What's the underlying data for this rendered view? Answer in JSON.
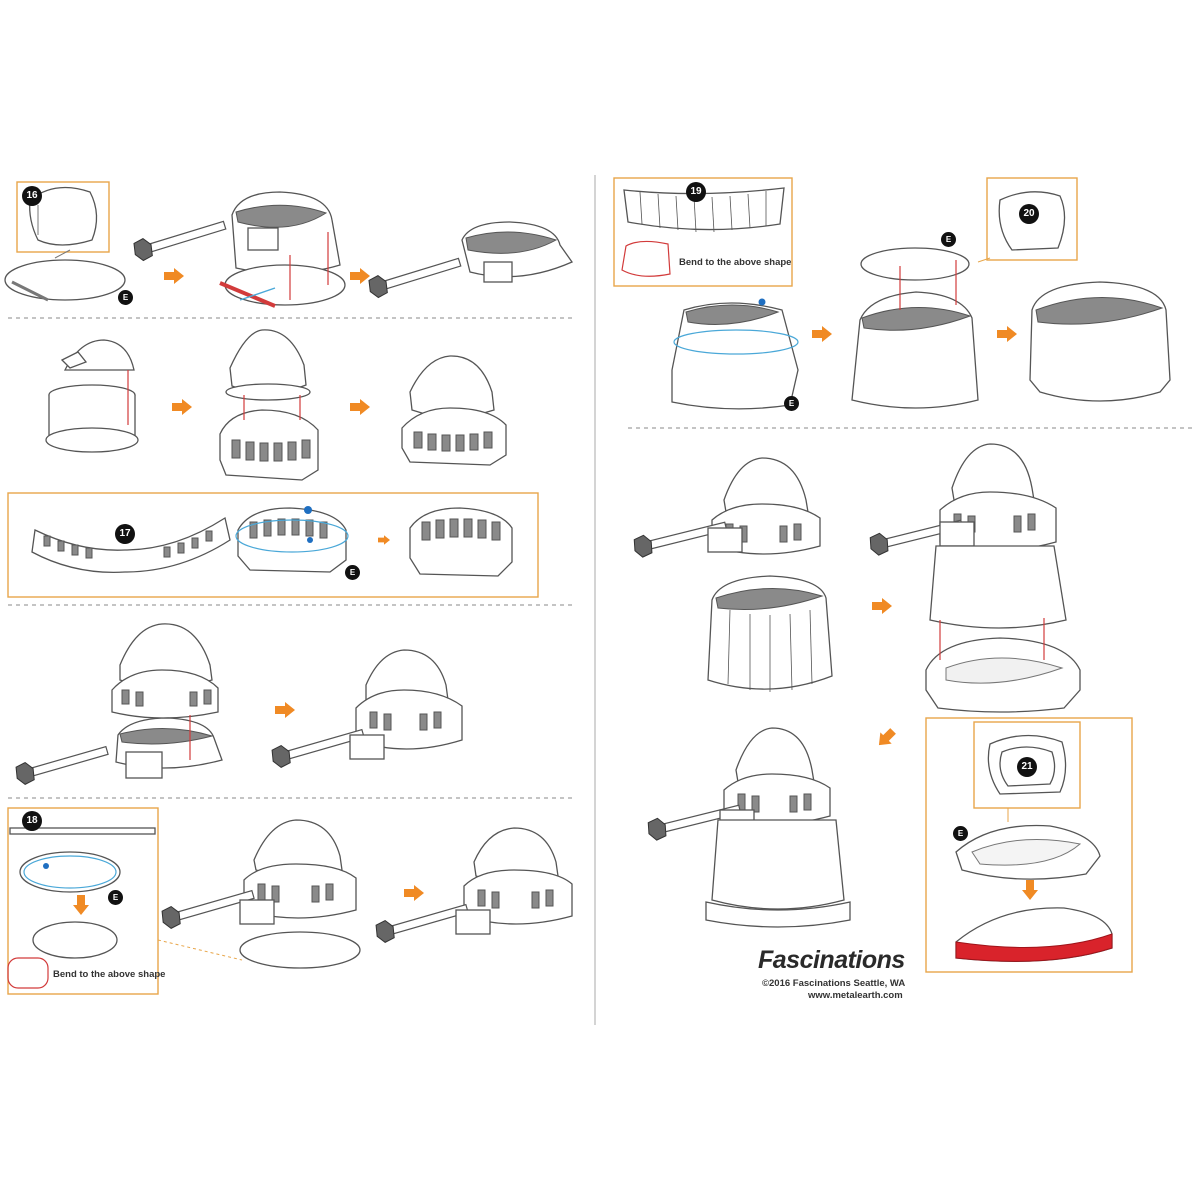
{
  "steps": [
    "16",
    "17",
    "18",
    "19",
    "20",
    "21"
  ],
  "badge_letter": "E",
  "bend_note": "Bend to the above shape",
  "brand": "Fascinations",
  "copyright": "©2016 Fascinations Seattle, WA",
  "website": "www.metalearth.com",
  "colors": {
    "arrow": "#f08a24",
    "frame": "#e8a64a",
    "tab_highlight": "#d9232b",
    "guide": "#4aa8d8"
  }
}
